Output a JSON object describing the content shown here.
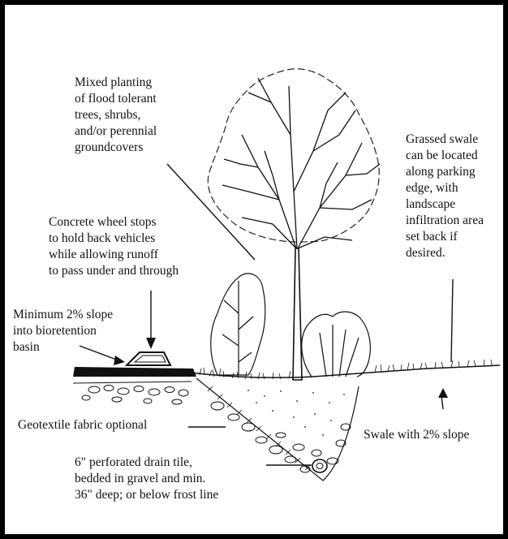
{
  "labels": {
    "mixed_planting": "Mixed planting\nof flood tolerant\ntrees, shrubs,\nand/or perennial\ngroundcovers",
    "grassed_swale": "Grassed swale\ncan be located\nalong parking\nedge, with\nlandscape\ninfiltration area\nset back if\ndesired.",
    "wheel_stops": "Concrete wheel stops\nto hold back vehicles\nwhile allowing runoff\nto pass under and through",
    "minimum_slope": "Minimum 2% slope\ninto bioretention\nbasin",
    "geotextile": "Geotextile fabric optional",
    "swale_slope": "Swale with 2% slope",
    "drain_tile": "6\" perforated drain tile,\nbedded in gravel and min.\n36\" deep; or below frost line"
  },
  "colors": {
    "ink": "#111111",
    "frame": "#000000",
    "background": "#ffffff"
  }
}
